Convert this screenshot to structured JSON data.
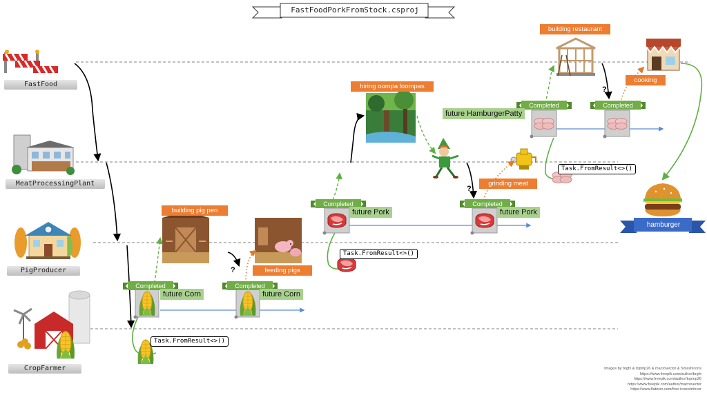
{
  "title": "FastFoodPorkFromStock.csproj",
  "actors": [
    {
      "label": "FastFood"
    },
    {
      "label": "MeatProcessingPlant"
    },
    {
      "label": "PigProducer"
    },
    {
      "label": "CropFarmer"
    }
  ],
  "tasks": {
    "building_restaurant": "building restaurant",
    "hiring": "hiring oompa loompas",
    "cooking": "cooking",
    "grinding_meat": "grinding meat",
    "building_pig_pen": "building pig pen",
    "feeding_pigs": "feeding pigs"
  },
  "states": {
    "completed": "Completed"
  },
  "futures": {
    "hamburger_patty": "future HamburgerPatty",
    "pork": "future Pork",
    "corn": "future Corn"
  },
  "code": {
    "from_result": "Task.FromResult<>()"
  },
  "question_mark": "?",
  "result_label": "hamburger",
  "credits": [
    "Images by brgfx & topmp26 & macrovector & Smashicons",
    "https://www.freepik.com/author/brgfx",
    "https://www.freepik.com/author/topmp26",
    "https://www.freepik.com/author/macrovector",
    "https://www.flaticon.com/free-icons/mincer"
  ],
  "colors": {
    "orange": "#ed7d31",
    "green_tag": "#a9d18e",
    "completed_banner": "#70ad47",
    "arrow_green": "#5fb043",
    "timeline_blue": "#5b8bd0",
    "ribbon_blue": "#3a6bc7"
  }
}
